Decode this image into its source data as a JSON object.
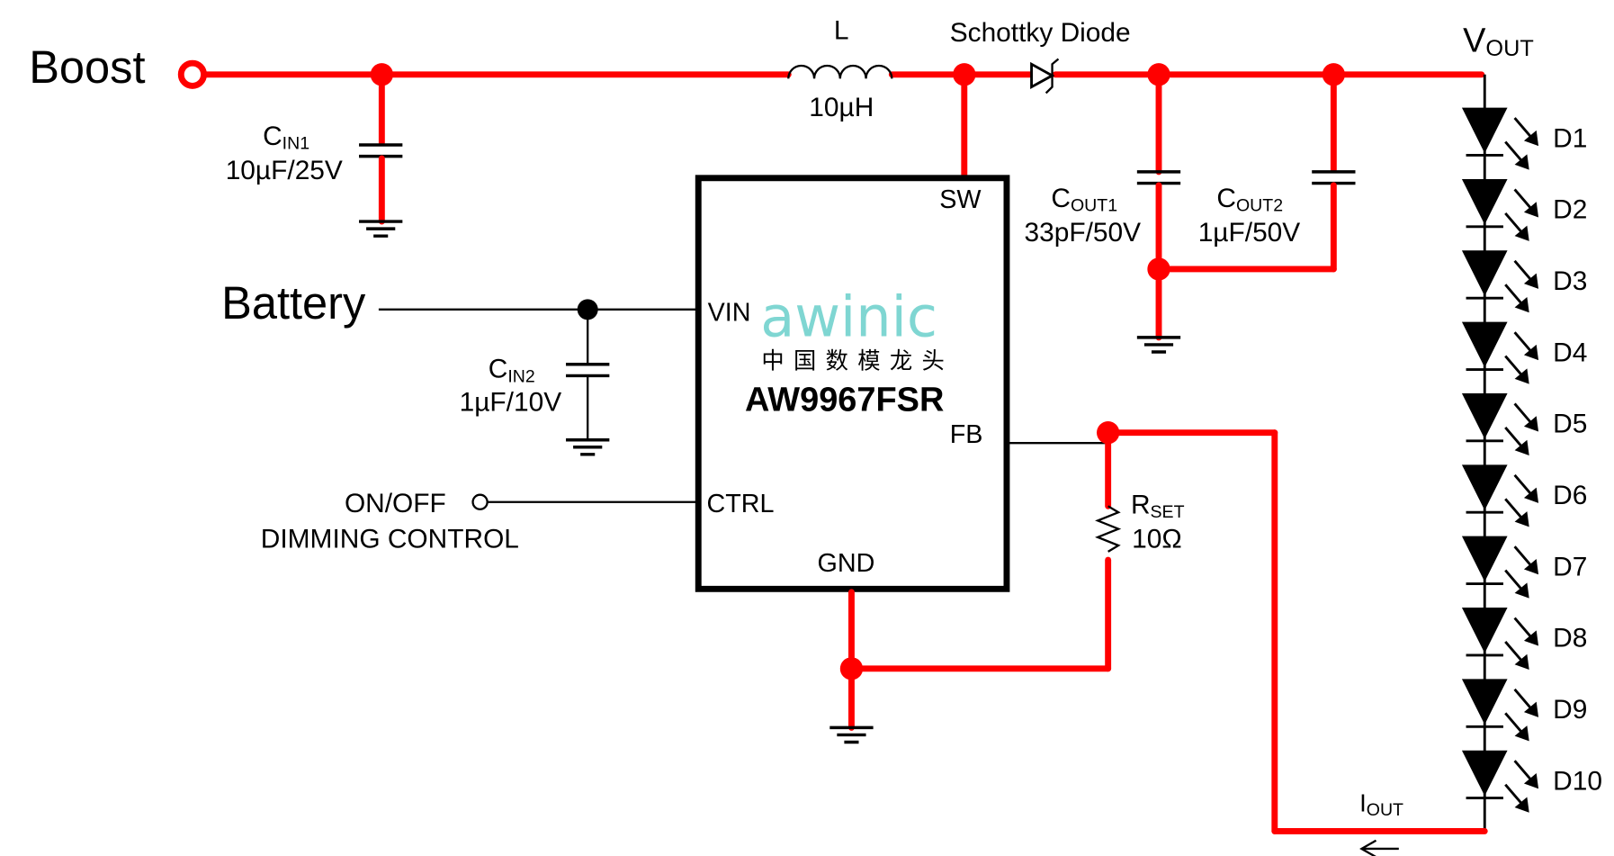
{
  "colors": {
    "power_net": "#ff0000",
    "signal_net": "#000000",
    "logo": "#7fd6d2"
  },
  "nodes": {
    "boost": "Boost",
    "battery": "Battery",
    "vout_main": "V",
    "vout_sub": "OUT",
    "iout_main": "I",
    "iout_sub": "OUT",
    "on_off": "ON/OFF",
    "dimming": "DIMMING CONTROL"
  },
  "components": {
    "inductor": {
      "ref": "L",
      "value": "10µH"
    },
    "diode": {
      "label": "Schottky Diode"
    },
    "cin1": {
      "ref_main": "C",
      "ref_sub": "IN1",
      "value": "10µF/25V"
    },
    "cin2": {
      "ref_main": "C",
      "ref_sub": "IN2",
      "value": "1µF/10V"
    },
    "cout1": {
      "ref_main": "C",
      "ref_sub": "OUT1",
      "value": "33pF/50V"
    },
    "cout2": {
      "ref_main": "C",
      "ref_sub": "OUT2",
      "value": "1µF/50V"
    },
    "rset": {
      "ref_main": "R",
      "ref_sub": "SET",
      "value": "10Ω"
    }
  },
  "ic": {
    "logo": "awinic",
    "logo_cn": "中国数模龙头",
    "part_number": "AW9967FSR",
    "pins": {
      "sw": "SW",
      "vin": "VIN",
      "fb": "FB",
      "ctrl": "CTRL",
      "gnd": "GND"
    }
  },
  "leds": [
    "D1",
    "D2",
    "D3",
    "D4",
    "D5",
    "D6",
    "D7",
    "D8",
    "D9",
    "D10"
  ]
}
